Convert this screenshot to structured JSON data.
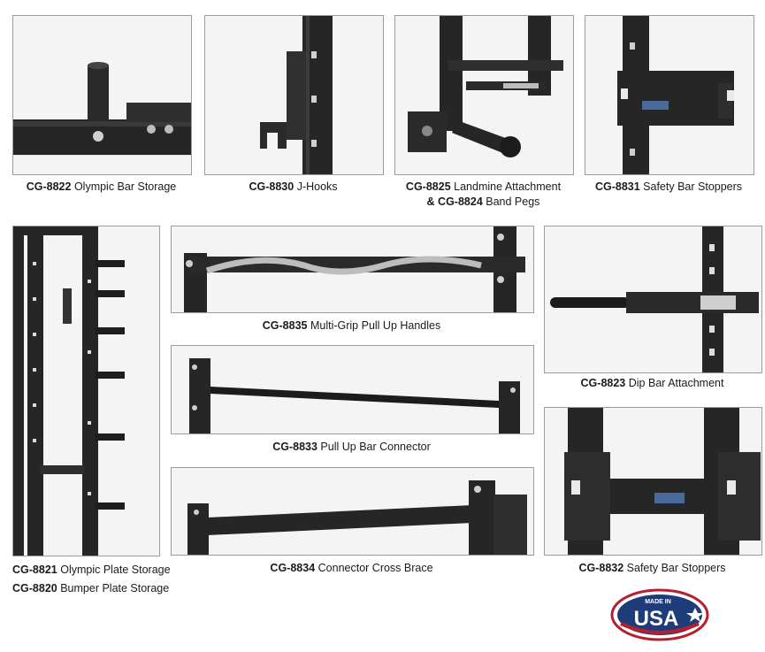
{
  "products": {
    "p8822": {
      "code": "CG-8822",
      "name": "Olympic Bar Storage"
    },
    "p8830": {
      "code": "CG-8830",
      "name": "J-Hooks"
    },
    "p8825": {
      "code": "CG-8825",
      "name": "Landmine Attachment"
    },
    "p8824": {
      "code": "& CG-8824",
      "name": "Band Pegs"
    },
    "p8831": {
      "code": "CG-8831",
      "name": "Safety Bar Stoppers"
    },
    "p8835": {
      "code": "CG-8835",
      "name": "Multi-Grip Pull Up Handles"
    },
    "p8823": {
      "code": "CG-8823",
      "name": "Dip Bar Attachment"
    },
    "p8833": {
      "code": "CG-8833",
      "name": "Pull Up Bar Connector"
    },
    "p8821": {
      "code": "CG-8821",
      "name": "Olympic Plate Storage"
    },
    "p8820": {
      "code": "CG-8820",
      "name": "Bumper Plate Storage"
    },
    "p8834": {
      "code": "CG-8834",
      "name": "Connector Cross Brace"
    },
    "p8832": {
      "code": "CG-8832",
      "name": "Safety Bar Stoppers"
    }
  },
  "badge": {
    "top": "MADE IN",
    "main": "USA"
  },
  "colors": {
    "steel": "#262626",
    "photo_bg": "#f4f4f4",
    "border": "#9c9c9c",
    "badge_blue": "#1f3c7a",
    "badge_red": "#b5202e"
  }
}
